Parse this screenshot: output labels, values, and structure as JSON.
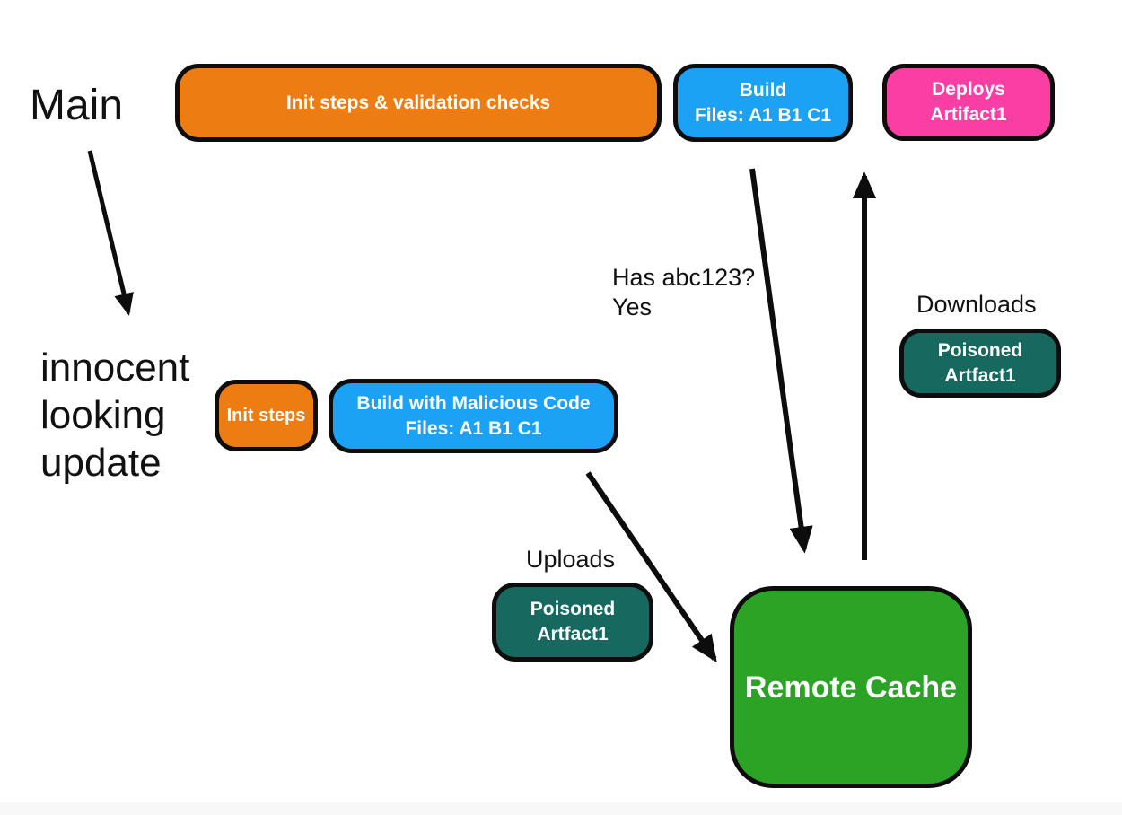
{
  "colors": {
    "orange": "#ED7D12",
    "blue": "#1CA2F4",
    "pink": "#FB3EA4",
    "teal": "#17685F",
    "green": "#2BA425",
    "outline": "#0D0D0D",
    "text_dark": "#111111",
    "text_light": "#FFFFFF"
  },
  "labels": {
    "main": "Main",
    "innocent_line1": "innocent",
    "innocent_line2": "looking",
    "innocent_line3": "update",
    "has_question": "Has abc123?",
    "has_answer": "Yes",
    "downloads": "Downloads",
    "uploads": "Uploads"
  },
  "nodes": {
    "init_validation": {
      "label": "Init steps & validation checks"
    },
    "build_main": {
      "line1": "Build",
      "line2": "Files: A1 B1 C1"
    },
    "deploys_artifact": {
      "line1": "Deploys",
      "line2": "Artifact1"
    },
    "init_steps": {
      "label": "Init steps"
    },
    "build_malicious": {
      "line1": "Build with Malicious Code",
      "line2": "Files: A1 B1 C1"
    },
    "poisoned_artifact_download": {
      "line1": "Poisoned",
      "line2": "Artfact1"
    },
    "poisoned_artifact_upload": {
      "line1": "Poisoned",
      "line2": "Artfact1"
    },
    "remote_cache": {
      "label": "Remote Cache"
    }
  }
}
